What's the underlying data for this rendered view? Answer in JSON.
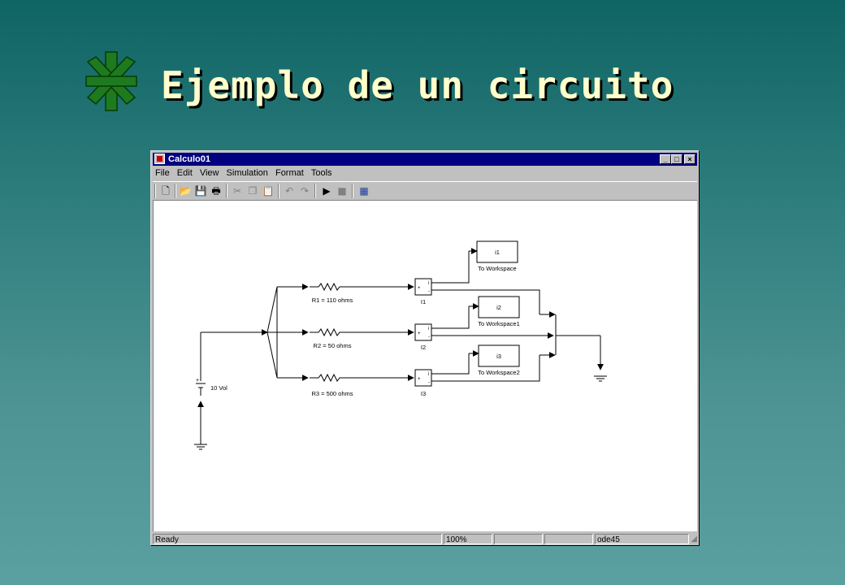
{
  "slide": {
    "title": "Ejemplo de un circuito"
  },
  "window": {
    "title": "Calculo01",
    "controls": {
      "minimize": "_",
      "maximize": "□",
      "close": "×"
    }
  },
  "menu": [
    "File",
    "Edit",
    "View",
    "Simulation",
    "Format",
    "Tools"
  ],
  "toolbar": {
    "new": "new-document-icon",
    "open": "open-folder-icon",
    "save": "save-disk-icon",
    "print": "printer-icon",
    "cut": "cut-icon",
    "copy": "copy-icon",
    "paste": "paste-icon",
    "undo": "undo-icon",
    "redo": "redo-icon",
    "start": "play-icon",
    "stop": "stop-icon",
    "library": "library-browser-icon"
  },
  "diagram": {
    "source_label": "10 Vol",
    "source_plus": "+",
    "resistors": [
      "R1 = 110 ohms",
      "R2 = 50 ohms",
      "R3 = 500 ohms"
    ],
    "sensors": [
      "I1",
      "I2",
      "I3"
    ],
    "sensor_ports": {
      "plus": "+",
      "minus": "-",
      "i": "i"
    },
    "workspace_vars": [
      "i1",
      "i2",
      "i3"
    ],
    "workspace_labels": [
      "To Workspace",
      "To Workspace1",
      "To Workspace2"
    ]
  },
  "status": {
    "text": "Ready",
    "zoom": "100%",
    "solver": "ode45"
  }
}
